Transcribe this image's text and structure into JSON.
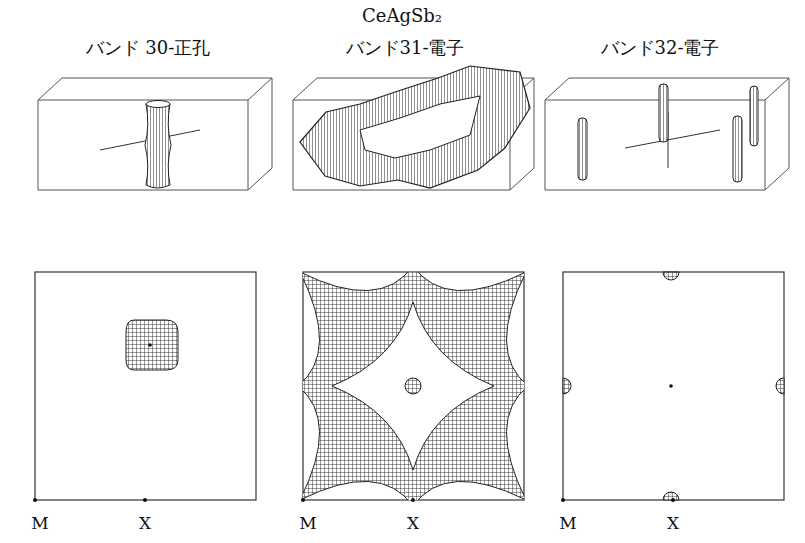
{
  "diagram": {
    "title": "CeAgSb₂",
    "labels": [
      "バンド 30-正孔",
      "バンド31-電子",
      "バンド32-電子",
      "M",
      "X",
      "M",
      "X",
      "M",
      "X"
    ]
  }
}
